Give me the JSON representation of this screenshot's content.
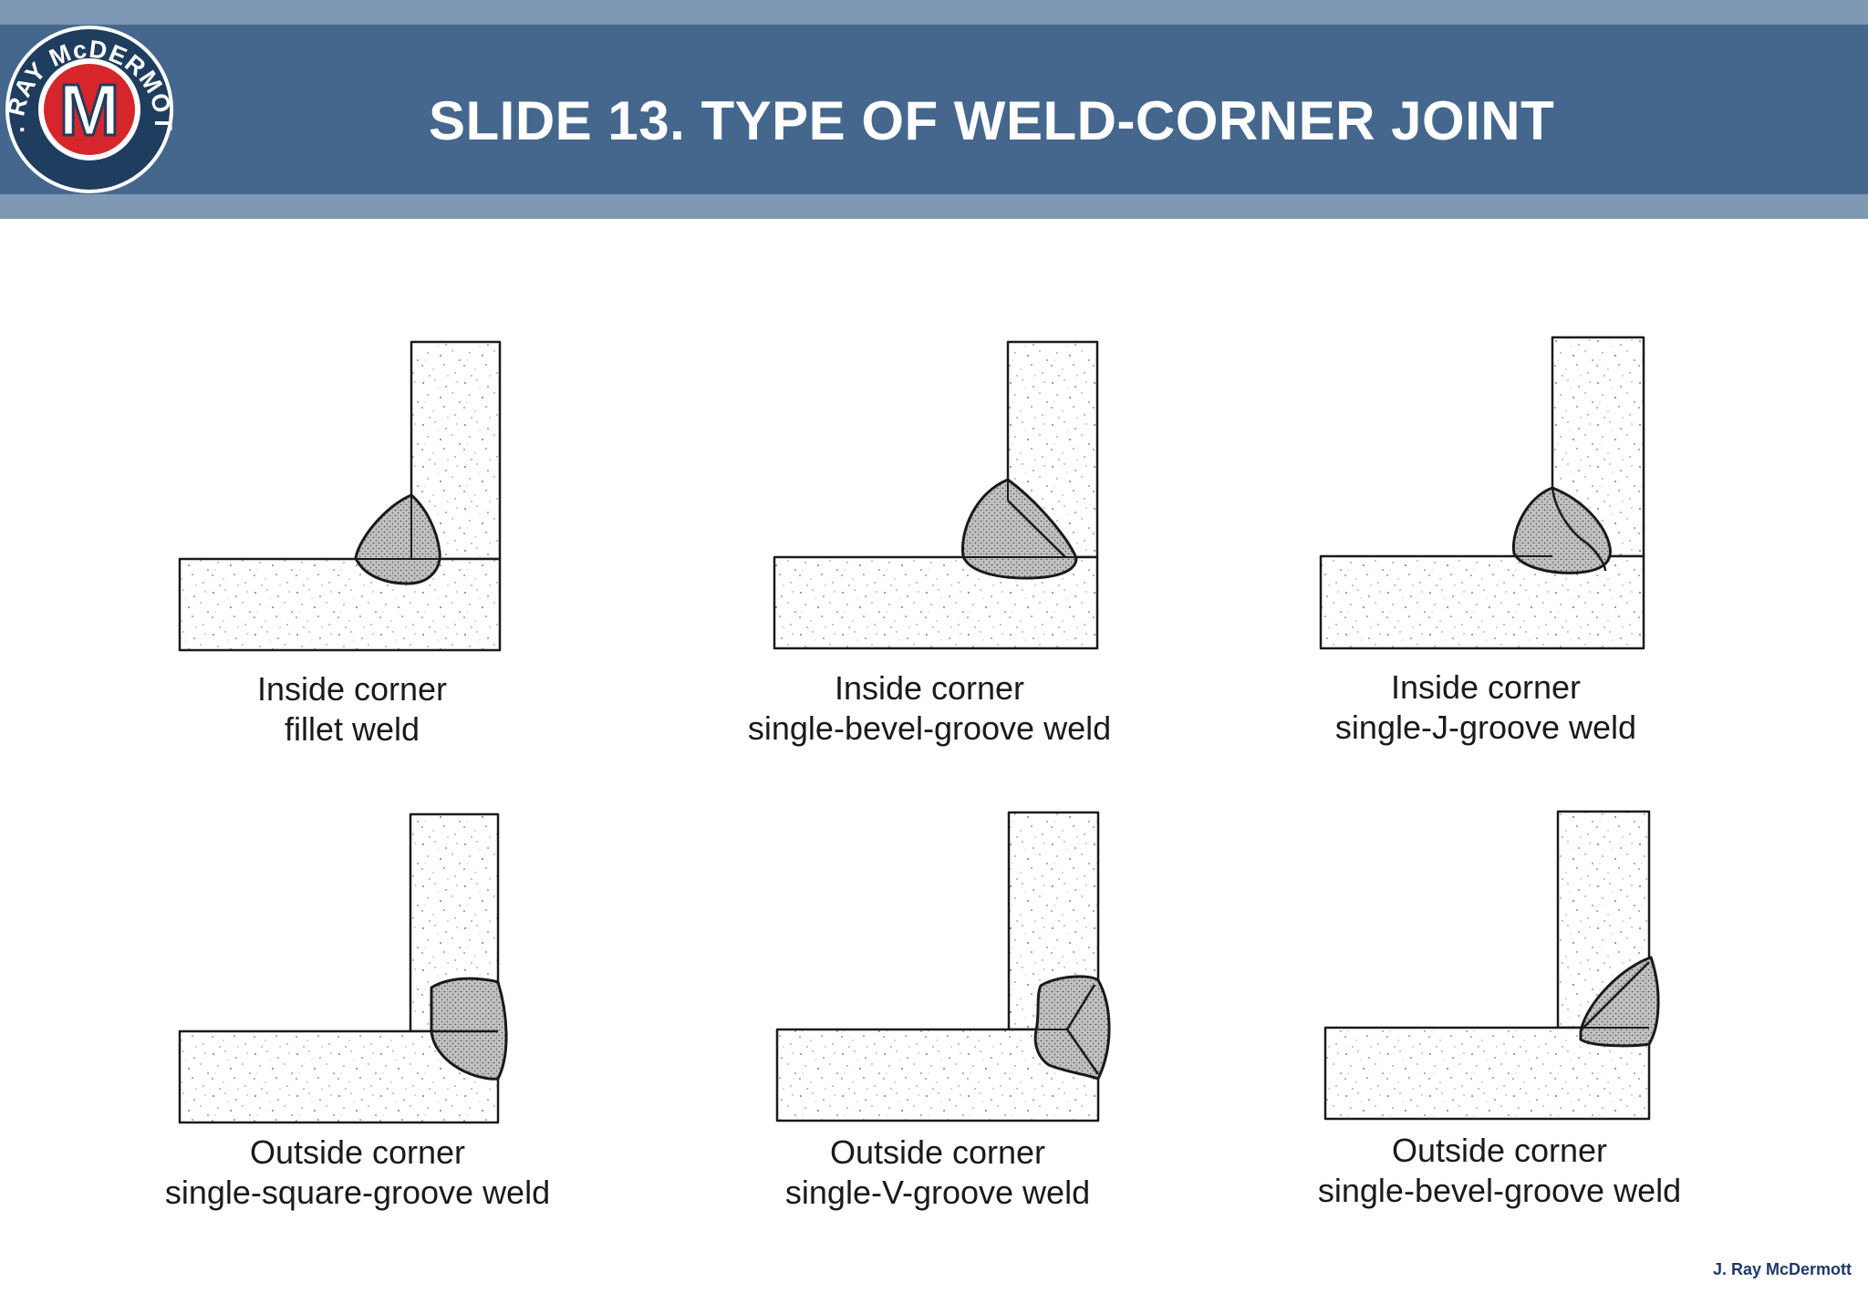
{
  "header": {
    "title": "SLIDE 13. TYPE OF WELD-CORNER JOINT",
    "colors": {
      "bar": "#45678d",
      "band": "#7f98b3",
      "title": "#ffffff"
    }
  },
  "logo": {
    "ring_text": "J. RAY McDERMOTT",
    "letter": "M"
  },
  "diagrams": [
    {
      "line1": "Inside corner",
      "line2": "fillet weld"
    },
    {
      "line1": "Inside corner",
      "line2": "single-bevel-groove weld"
    },
    {
      "line1": "Inside corner",
      "line2": "single-J-groove weld"
    },
    {
      "line1": "Outside corner",
      "line2": "single-square-groove weld"
    },
    {
      "line1": "Outside corner",
      "line2": "single-V-groove weld"
    },
    {
      "line1": "Outside corner",
      "line2": "single-bevel-groove weld"
    }
  ],
  "footer": {
    "text": "J. Ray McDermott"
  }
}
